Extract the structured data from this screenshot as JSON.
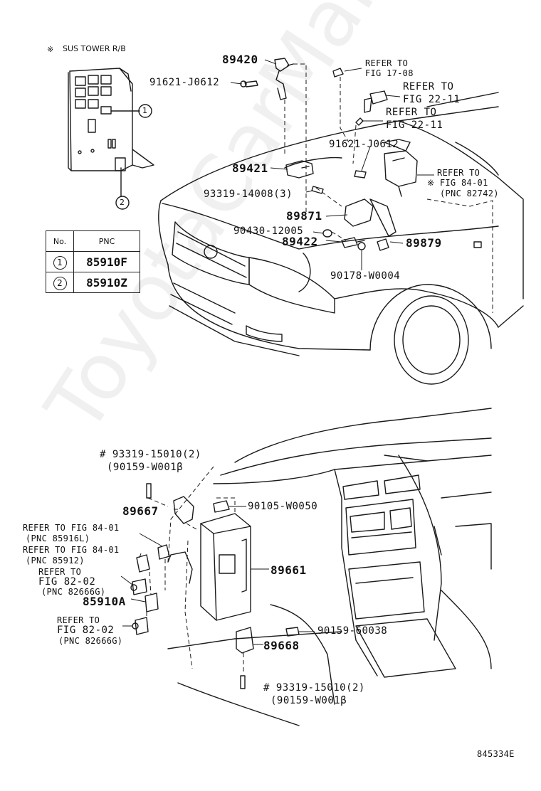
{
  "watermark": "ToyotaCarMall.ru",
  "figure_id": "845334E",
  "inset": {
    "title_mark": "※",
    "title": "SUS TOWER R/B",
    "callout_1": "1",
    "callout_2": "2",
    "table": {
      "headers": [
        "No.",
        "PNC"
      ],
      "rows": [
        {
          "no": "1",
          "pnc": "85910F"
        },
        {
          "no": "2",
          "pnc": "85910Z"
        }
      ]
    }
  },
  "labels": {
    "p89420": "89420",
    "p91621a": "91621-J0612",
    "refer_17_08_a": "REFER TO",
    "refer_17_08_b": "FIG 17-08",
    "refer_22_11a_a": "REFER TO",
    "refer_22_11a_b": "FIG 22-11",
    "refer_22_11b_a": "REFER TO",
    "refer_22_11b_b": "FIG 22-11",
    "p91621b": "91621-J0612",
    "p89421": "89421",
    "refer_84_01_a": "REFER TO",
    "refer_84_01_b": "※ FIG 84-01",
    "refer_84_01_c": "(PNC 82742)",
    "p93319_14008": "93319-14008(3)",
    "p89871": "89871",
    "p90430": "90430-12005",
    "p89422": "89422",
    "p89879": "89879",
    "p90178": "90178-W0004",
    "p93319_15010_top_a": "# 93319-15010(2)",
    "p93319_15010_top_b": "(90159-W001β",
    "p89667": "89667",
    "p90105": "90105-W0050",
    "ref_a1": "REFER TO FIG 84-01",
    "ref_a2": "(PNC 85916L)",
    "ref_b1": "REFER TO FIG 84-01",
    "ref_b2": "(PNC 85912)",
    "ref_c1": "REFER TO",
    "ref_c2": "FIG 82-02",
    "ref_c3": "(PNC 82666G)",
    "p85910A": "85910A",
    "ref_d1": "REFER TO",
    "ref_d2": "FIG 82-02",
    "ref_d3": "(PNC 82666G)",
    "p89661": "89661",
    "p90159_60038": "90159-60038",
    "p89668": "89668",
    "p93319_15010_bot_a": "# 93319-15010(2)",
    "p93319_15010_bot_b": "(90159-W001β"
  }
}
